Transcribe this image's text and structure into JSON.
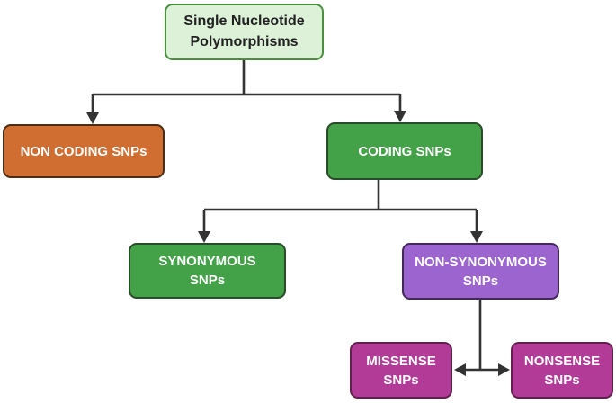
{
  "diagram": {
    "type": "flowchart",
    "background": "#ffffff",
    "connector_color": "#333333"
  },
  "nodes": [
    {
      "id": "root",
      "label": "Single Nucleotide Polymorphisms",
      "fill": "#ddf0d8",
      "border": "#4a8f3e",
      "text_color": "#212121"
    },
    {
      "id": "non-coding",
      "label": "NON CODING SNPs",
      "fill": "#cf6e30",
      "border": "#4e2c14",
      "text_color": "#ffffff"
    },
    {
      "id": "coding",
      "label": "CODING SNPs",
      "fill": "#43a147",
      "border": "#2a4b2a",
      "text_color": "#ffffff"
    },
    {
      "id": "synonymous",
      "label": "SYNONYMOUS SNPs",
      "fill": "#43a147",
      "border": "#2a4b2a",
      "text_color": "#ffffff"
    },
    {
      "id": "non-synonymous",
      "label": "NON-SYNONYMOUS SNPs",
      "fill": "#9c64ce",
      "border": "#43275d",
      "text_color": "#ffffff"
    },
    {
      "id": "missense",
      "label": "MISSENSE SNPs",
      "fill": "#b23b98",
      "border": "#63204f",
      "text_color": "#ffffff"
    },
    {
      "id": "nonsense",
      "label": "NONSENSE SNPs",
      "fill": "#b23b98",
      "border": "#63204f",
      "text_color": "#ffffff"
    }
  ],
  "edges": [
    {
      "from": "root",
      "to": [
        "non-coding",
        "coding"
      ]
    },
    {
      "from": "coding",
      "to": [
        "synonymous",
        "non-synonymous"
      ]
    },
    {
      "from": "non-synonymous",
      "to": [
        "missense",
        "nonsense"
      ]
    }
  ]
}
